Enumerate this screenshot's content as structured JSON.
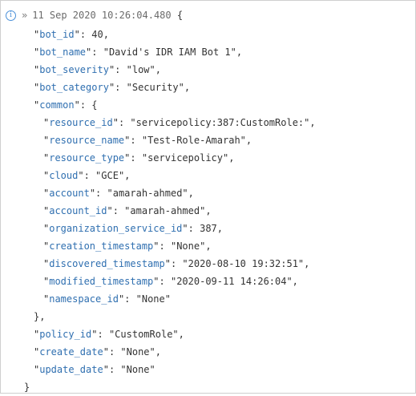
{
  "header": {
    "chevron": "»",
    "timestamp": "11 Sep 2020 10:26:04.480",
    "open_brace": "{"
  },
  "fields": [
    {
      "key": "bot_id",
      "value": "40",
      "kind": "num"
    },
    {
      "key": "bot_name",
      "value": "\"David's IDR IAM Bot 1\"",
      "kind": "str"
    },
    {
      "key": "bot_severity",
      "value": "\"low\"",
      "kind": "str"
    },
    {
      "key": "bot_category",
      "value": "\"Security\"",
      "kind": "str"
    }
  ],
  "common": {
    "key": "common",
    "fields": [
      {
        "key": "resource_id",
        "value": "\"servicepolicy:387:CustomRole:\""
      },
      {
        "key": "resource_name",
        "value": "\"Test-Role-Amarah\""
      },
      {
        "key": "resource_type",
        "value": "\"servicepolicy\""
      },
      {
        "key": "cloud",
        "value": "\"GCE\""
      },
      {
        "key": "account",
        "value": "\"amarah-ahmed\""
      },
      {
        "key": "account_id",
        "value": "\"amarah-ahmed\""
      },
      {
        "key": "organization_service_id",
        "value": "387"
      },
      {
        "key": "creation_timestamp",
        "value": "\"None\""
      },
      {
        "key": "discovered_timestamp",
        "value": "\"2020-08-10 19:32:51\""
      },
      {
        "key": "modified_timestamp",
        "value": "\"2020-09-11 14:26:04\""
      },
      {
        "key": "namespace_id",
        "value": "\"None\""
      }
    ]
  },
  "tail_fields": [
    {
      "key": "policy_id",
      "value": "\"CustomRole\""
    },
    {
      "key": "create_date",
      "value": "\"None\""
    },
    {
      "key": "update_date",
      "value": "\"None\""
    }
  ],
  "close_brace": "}"
}
